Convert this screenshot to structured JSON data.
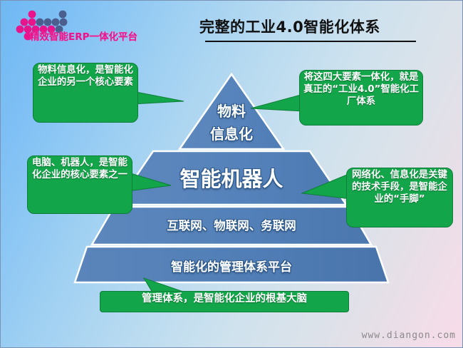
{
  "header": {
    "logo_text": "精效智能ERP一体化平台",
    "logo_icon": "dot-matrix-logo",
    "title": "完整的工业4.0智能化体系"
  },
  "pyramid": {
    "tiers": [
      {
        "id": "tier-1",
        "line1": "物料",
        "line2": "信息化"
      },
      {
        "id": "tier-2",
        "line1": "智能机器人"
      },
      {
        "id": "tier-3",
        "line1": "互联网、物联网、务联网"
      },
      {
        "id": "tier-4",
        "line1": "智能化的管理体系平台"
      }
    ],
    "fill_color": "#5683bb",
    "fill_color_dark": "#4e7ab0",
    "separator_color": "#ffffff"
  },
  "callouts": [
    {
      "id": "callout-top-left",
      "text": "物料信息化，是智能化企业的另一个核心要素"
    },
    {
      "id": "callout-top-right",
      "text": "将这四大要素一体化，就是真正的“工业4.0”智能化工厂体系"
    },
    {
      "id": "callout-middle-left",
      "text": "电脑、机器人，是智能化企业的核心要素之一"
    },
    {
      "id": "callout-middle-right",
      "text": "网络化、信息化是关键的技术手段，是智能企业的“手脚”"
    },
    {
      "id": "callout-bottom",
      "text": "管理体系，是智能化企业的根基大脑"
    }
  ],
  "colors": {
    "callout_green": "#13a54a",
    "callout_border": "#0d7d38",
    "logo_pink": "#e8148c",
    "logo_navy": "#4b5e8e",
    "title_color": "#111111"
  },
  "watermark": {
    "text": "www.diangon.com"
  }
}
